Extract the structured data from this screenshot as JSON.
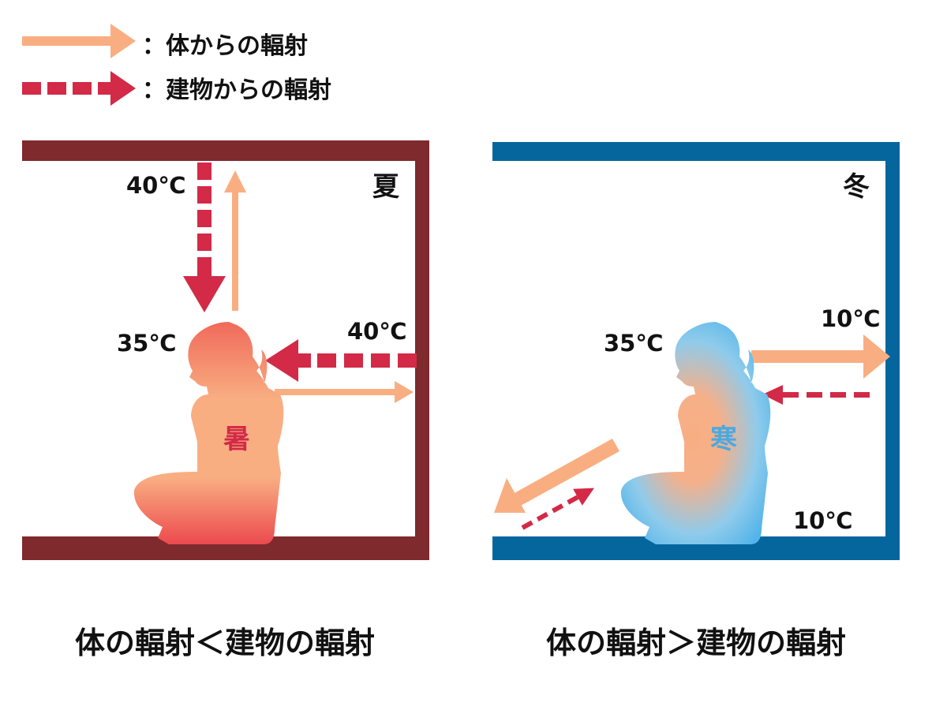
{
  "legend": {
    "body_radiation": "：体からの輻射",
    "building_radiation": "：建物からの輻射"
  },
  "summer": {
    "season": "夏",
    "ceiling_temp": "40℃",
    "wall_temp": "40℃",
    "body_temp": "35℃",
    "feeling": "暑",
    "caption": "体の輻射＜建物の輻射"
  },
  "winter": {
    "season": "冬",
    "wall_temp": "10℃",
    "floor_temp": "10℃",
    "body_temp": "35℃",
    "feeling": "寒",
    "caption": "体の輻射＞建物の輻射"
  },
  "colors": {
    "body_arrow": "#F9AE82",
    "building_arrow": "#D22A47",
    "summer_wall": "#7F2A2D",
    "winter_wall": "#04669D",
    "hot_kanji": "#D22A47",
    "cold_kanji": "#4BA9E0"
  }
}
